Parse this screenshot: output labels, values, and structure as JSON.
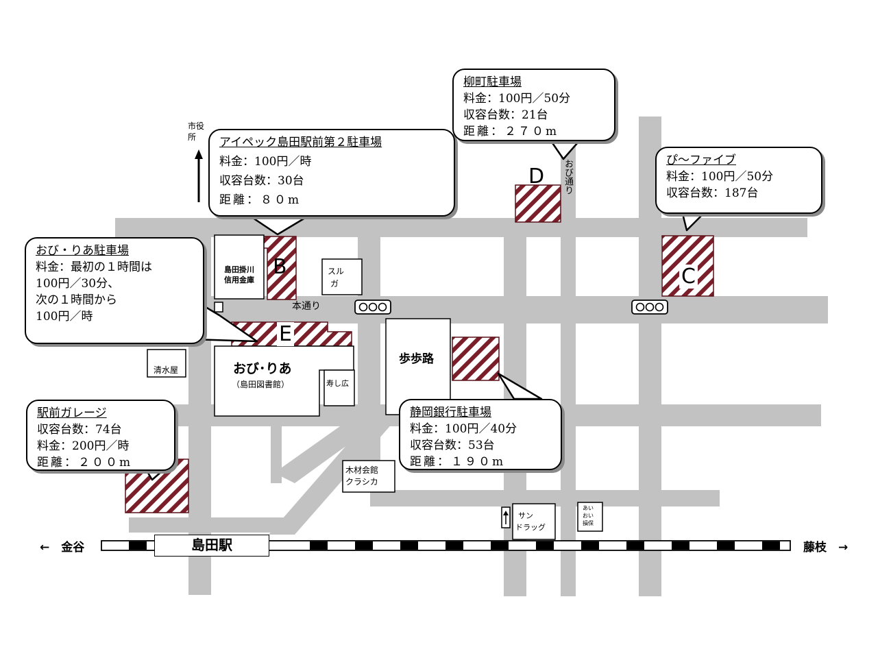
{
  "parkings": {
    "A": {
      "title": "おび・りあ駐車場",
      "lines": [
        "料金：最初の１時間は",
        "100円／30分、",
        "次の１時間から",
        "100円／時"
      ]
    },
    "B": {
      "title": "アイペック島田駅前第２駐車場",
      "lines": [
        "料金：100円／時",
        "収容台数：30台",
        "距離：８０m"
      ]
    },
    "D": {
      "title": "柳町駐車場",
      "lines": [
        "料金：100円／50分",
        "収容台数：21台",
        "距離：２７０m"
      ]
    },
    "C": {
      "title": "ぴ～ファイブ",
      "lines": [
        "料金：100円／50分",
        "収容台数：187台"
      ]
    },
    "S": {
      "title": "静岡銀行駐車場",
      "lines": [
        "料金：100円／40分",
        "収容台数：53台",
        "距離：１９０m"
      ]
    },
    "G": {
      "title": "駅前ガレージ",
      "lines": [
        "収容台数：74台",
        "料金：200円／時",
        "距離：２００m"
      ]
    }
  },
  "lot_letters": {
    "B": "B",
    "C": "C",
    "D": "D",
    "E": "E"
  },
  "buildings": {
    "shinkin_1": "島田掛川",
    "shinkin_2": "信用金庫",
    "suruga_1": "スル",
    "suruga_2": "ガ",
    "obiria": "おび･りあ",
    "library": "（島田図書館）",
    "shimizuya": "清水屋",
    "sushi": "寿し広",
    "hohoro": "歩歩路",
    "mokuzai_1": "木材会館",
    "mokuzai_2": "クラシカ",
    "sundrug_1": "サン",
    "sundrug_2": "ドラッグ",
    "aioi_1": "あい",
    "aioi_2": "おい",
    "aioi_3": "損保"
  },
  "streets": {
    "hondori": "本通り",
    "obidori": "おび通り"
  },
  "city_hall": {
    "line1": "市役",
    "line2": "所"
  },
  "rail": {
    "station": "島田駅",
    "west": "←　金谷",
    "east": "藤枝　→"
  },
  "colors": {
    "road": "#c2c2c2",
    "hatch": "#7a1f2a",
    "shadow": "#8a8a8a"
  }
}
